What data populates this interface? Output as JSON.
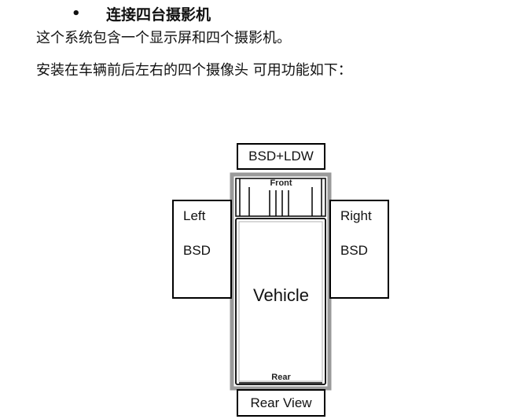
{
  "heading": {
    "bullet": "•",
    "text": "连接四台摄影机"
  },
  "paragraphs": [
    "这个系统包含一个显示屏和四个摄影机。",
    "安装在车辆前后左右的四个摄像头 可用功能如下："
  ],
  "diagram": {
    "front_box": "BSD+LDW",
    "rear_box": "Rear View",
    "left_box": {
      "line1": "Left",
      "line2": "BSD"
    },
    "right_box": {
      "line1": "Right",
      "line2": "BSD"
    },
    "vehicle_label": "Vehicle",
    "front_label": "Front",
    "rear_label": "Rear",
    "colors": {
      "outline": "#000000",
      "vehicle_frame": "#9a9a9a",
      "accent": "#e6d27a"
    }
  }
}
